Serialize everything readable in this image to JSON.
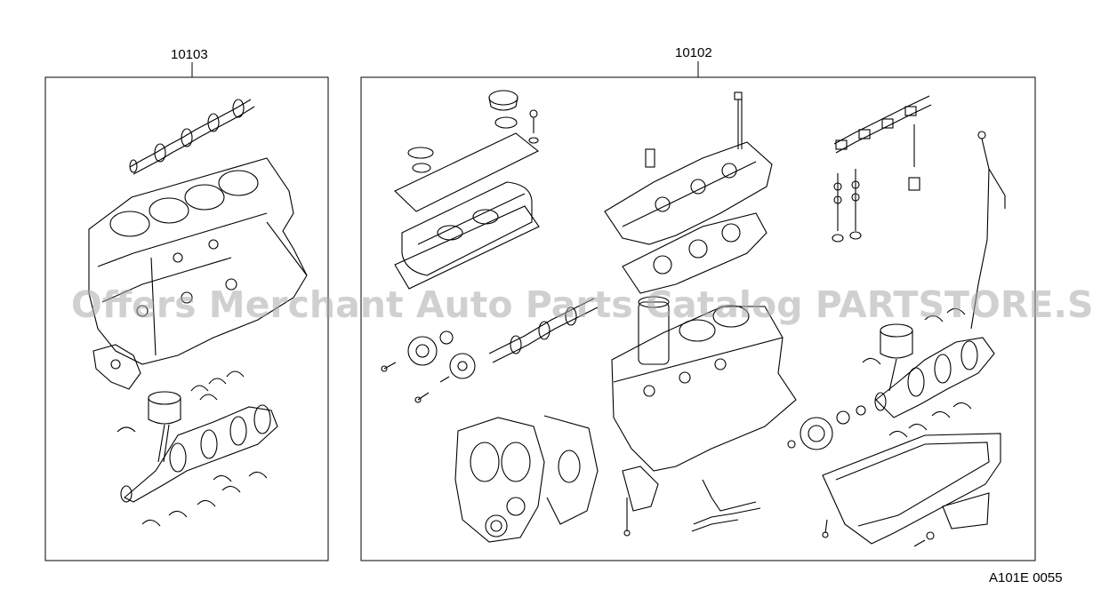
{
  "groups": [
    {
      "part_number": "10103"
    },
    {
      "part_number": "10102"
    }
  ],
  "watermark": "Offers Merchant Auto Parts Catalog PARTSTORE.SA",
  "figure_code": "A101E 0055",
  "colors": {
    "line": "#000000",
    "watermark": "#aaaaaa",
    "background": "#ffffff"
  }
}
